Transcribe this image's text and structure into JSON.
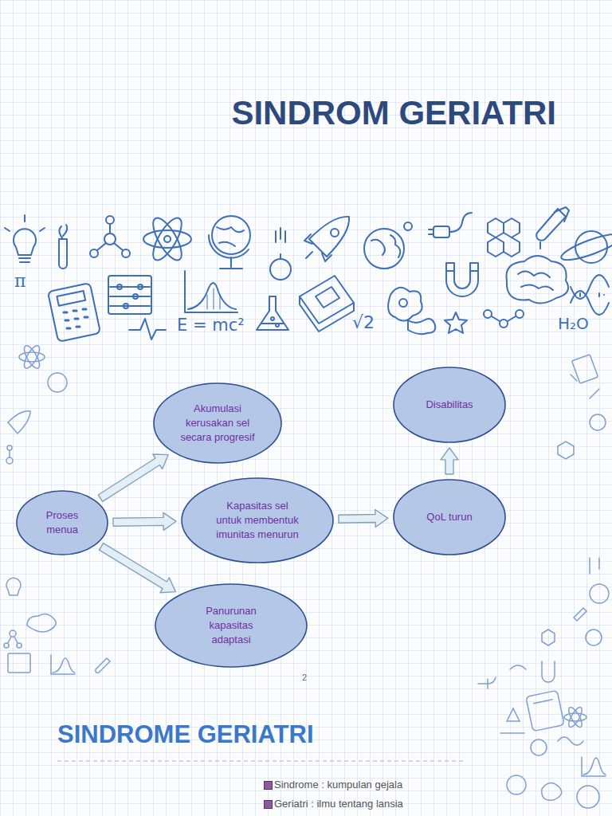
{
  "diagram": {
    "title": "SINDROM GERIATRI",
    "nodes": [
      {
        "text": [
          "Proses menua"
        ]
      },
      {
        "text": [
          "Akumulasi kerusakan sel secara progresif"
        ]
      },
      {
        "text": [
          "Kapasitas sel untuk membentuk imunitas menurun"
        ]
      },
      {
        "text": [
          "Panurunan kapasitas adaptasi"
        ]
      },
      {
        "text": [
          "Disabilitas"
        ]
      },
      {
        "text": [
          "QoL turun"
        ]
      }
    ],
    "edges": [
      {
        "from": 0,
        "to": 1,
        "arrow": "to"
      },
      {
        "from": 0,
        "to": 2,
        "arrow": "to"
      },
      {
        "from": 0,
        "to": 3,
        "arrow": "to"
      },
      {
        "from": 2,
        "to": 5,
        "arrow": "to"
      },
      {
        "from": 5,
        "to": 4,
        "arrow": "to"
      }
    ],
    "labels": [
      "π",
      "E = mc²",
      "√2",
      "H₂O",
      "2",
      "SINDROME GERIATRI",
      "Sindrome : kumpulan gejala",
      "Geriatri : ilmu tentang lansia"
    ]
  }
}
